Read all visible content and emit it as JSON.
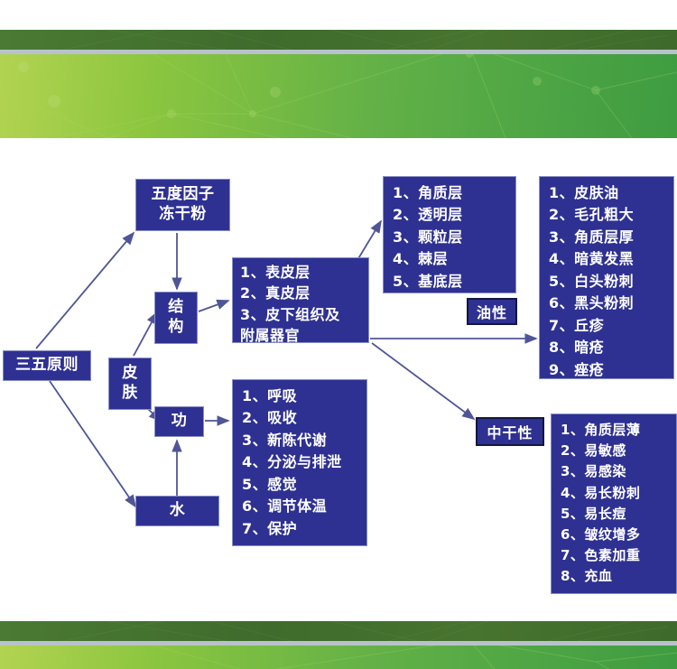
{
  "slide": {
    "background_color": "#ffffff",
    "banner_colors": {
      "dark_green": "#44712e",
      "light_green": "#7bc043",
      "strip_gray": "#b9c2cc"
    },
    "node_fill": "#2e3192",
    "node_border": "#8a8fc4",
    "connector_color": "#4f5596"
  },
  "nodes": {
    "freeze_powder": {
      "line1": "五度因子",
      "line2": "冻干粉"
    },
    "principle": {
      "label": "三五原则"
    },
    "skin": {
      "line1": "皮",
      "line2": "肤"
    },
    "structure": {
      "line1": "结",
      "line2": "构"
    },
    "function": {
      "label": "功"
    },
    "water": {
      "label": "水"
    },
    "skin_layers": {
      "items": [
        "1、表皮层",
        "2、真皮层",
        "3、皮下组织及",
        "附属器官"
      ]
    },
    "epidermis": {
      "items": [
        "1、角质层",
        "2、透明层",
        "3、颗粒层",
        "4、棘层",
        "5、基底层"
      ]
    },
    "skin_functions": {
      "items": [
        "1、呼吸",
        "2、吸收",
        "3、新陈代谢",
        "4、分泌与排泄",
        "5、感觉",
        "6、调节体温",
        "7、保护"
      ]
    },
    "oily_list": {
      "items": [
        "1、皮肤油",
        "2、毛孔粗大",
        "3、角质层厚",
        "4、暗黄发黑",
        "5、白头粉刺",
        "6、黑头粉刺",
        "7、丘疹",
        "8、暗疮",
        "9、痤疮"
      ]
    },
    "dry_list": {
      "items": [
        "1、角质层薄",
        "2、易敏感",
        "3、易感染",
        "4、易长粉刺",
        "5、易长痘",
        "6、皱纹增多",
        "7、色素加重",
        "8、充血"
      ]
    }
  },
  "labels": {
    "oily": "油性",
    "mid_dry": "中干性"
  }
}
